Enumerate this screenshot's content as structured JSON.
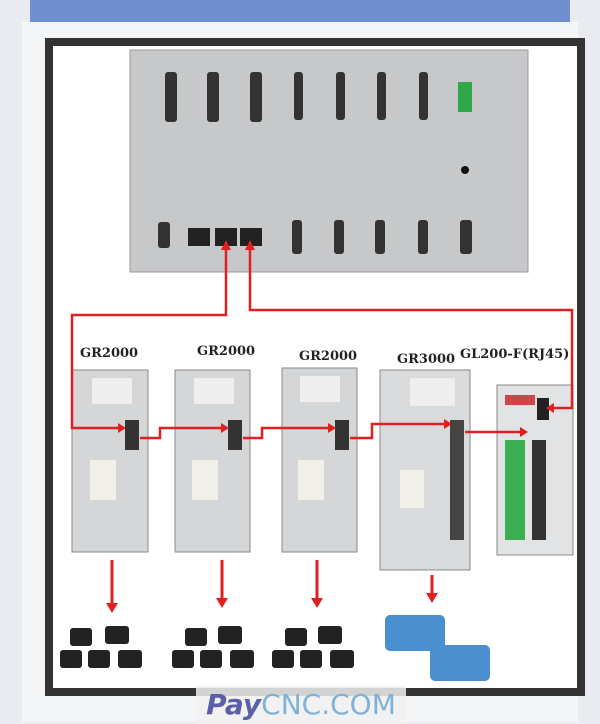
{
  "drives": [
    {
      "label": "GR2000"
    },
    {
      "label": "GR2000"
    },
    {
      "label": "GR2000"
    },
    {
      "label": "GR3000"
    },
    {
      "label": "GL200-F(RJ45)"
    }
  ],
  "watermark": {
    "brand": "Pay",
    "domain": "CNC.COM"
  },
  "colors": {
    "wire": "#e02020",
    "frame": "#333333",
    "panel": "#c9cbcd",
    "drive": "#d4d6d8"
  }
}
